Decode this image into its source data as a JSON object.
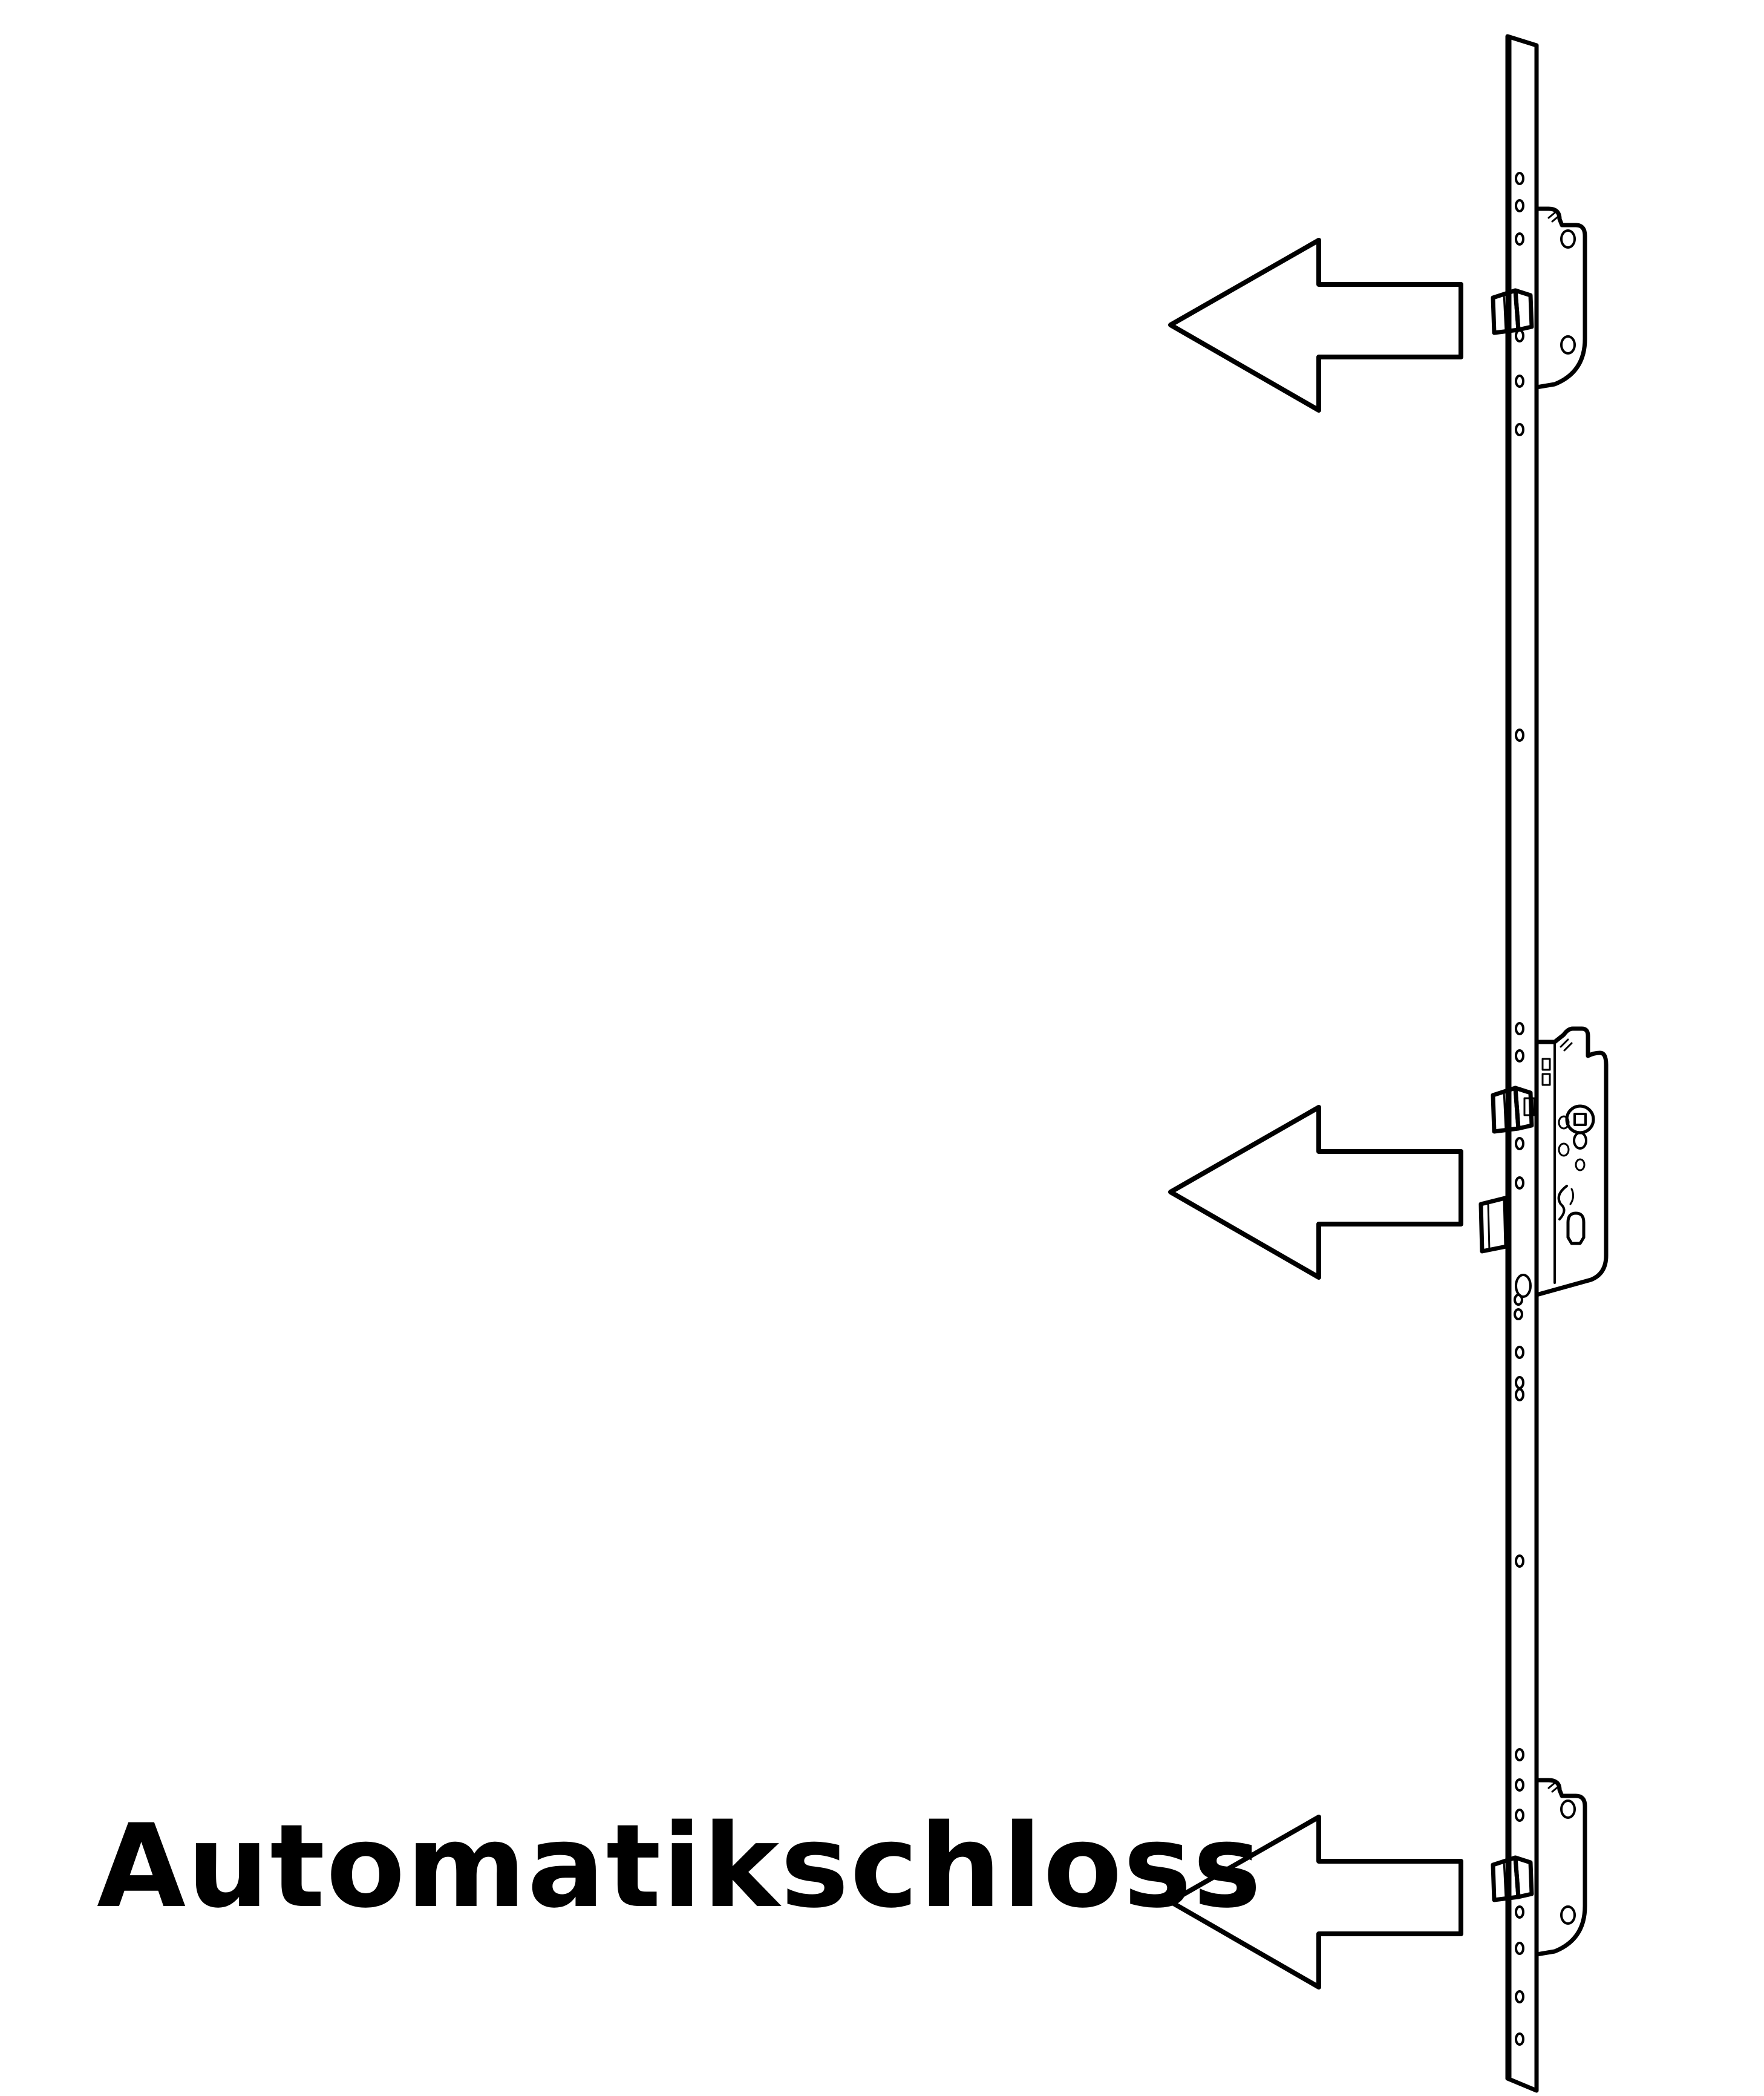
{
  "caption": {
    "text": "Automatikschloss"
  },
  "colors": {
    "stroke": "#000000",
    "background": "#ffffff"
  },
  "icons": {
    "arrow": "left-arrow-outline",
    "lock_case": "lock-case",
    "latch": "latch-bolt",
    "deadbolt": "deadbolt"
  }
}
